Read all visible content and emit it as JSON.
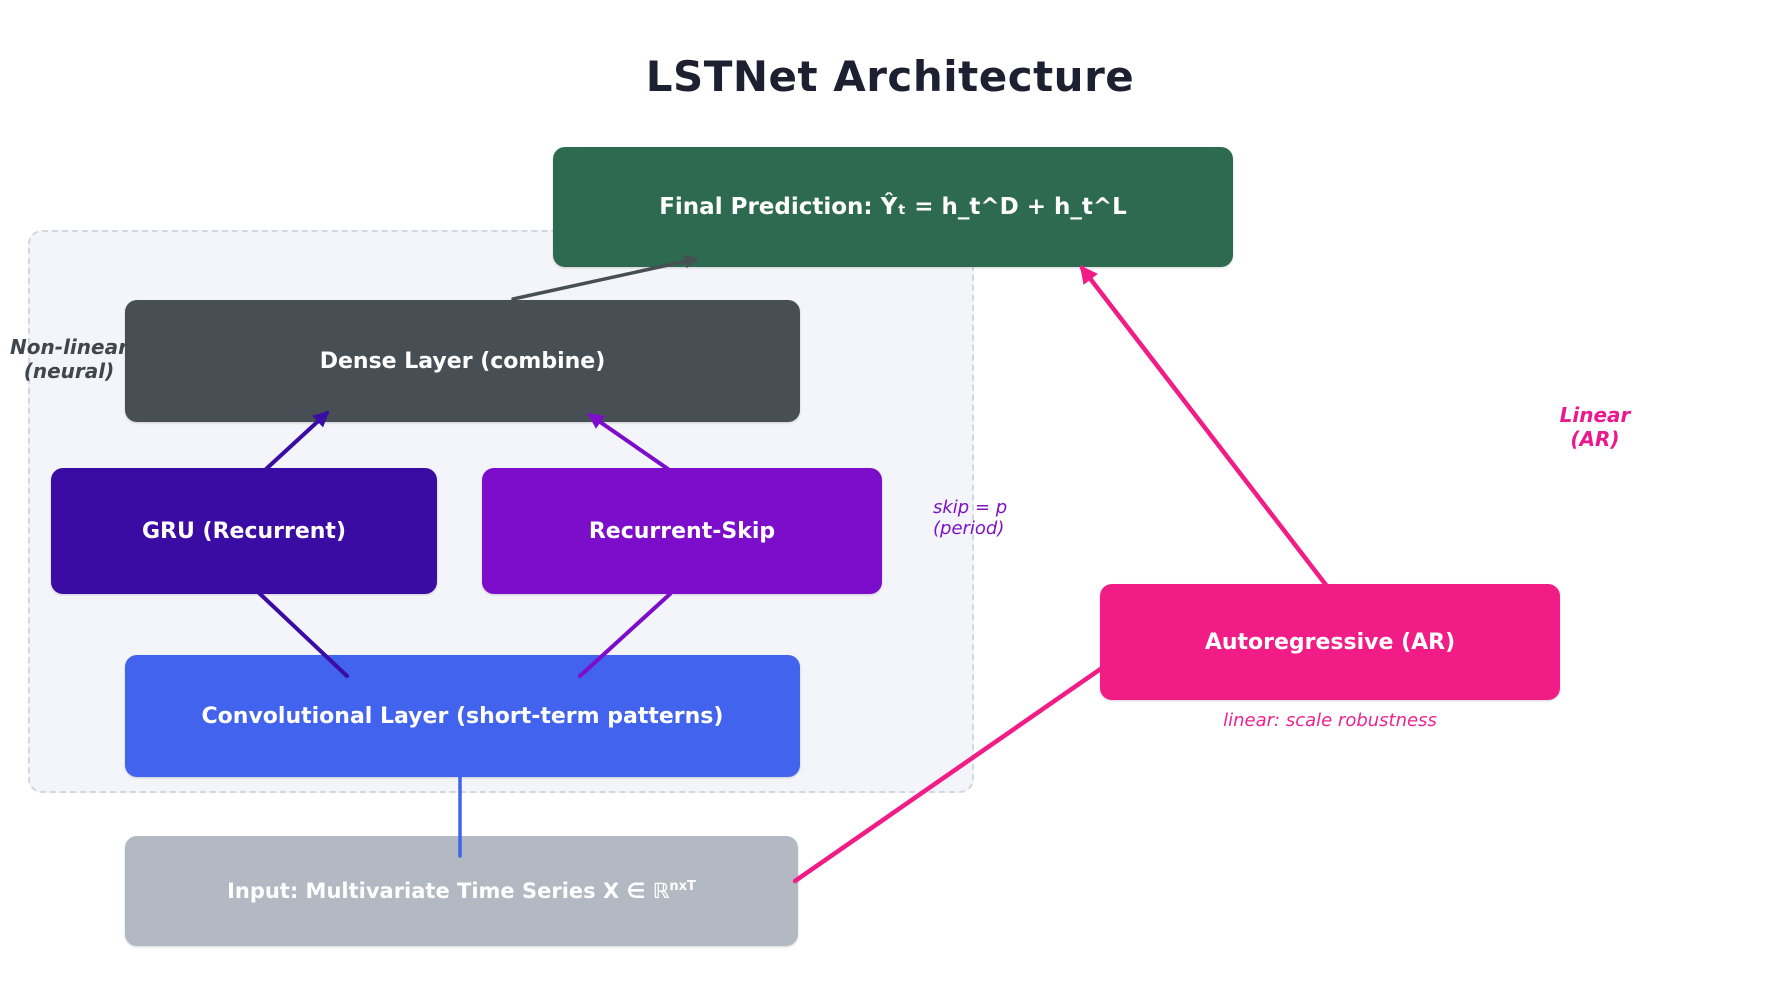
{
  "title": "LSTNet Architecture",
  "nodes": {
    "final": {
      "label": "Final Prediction:  Ŷₜ = h_t^D + h_t^L",
      "color": "#2e6a50"
    },
    "dense": {
      "label": "Dense Layer (combine)",
      "color": "#474f55"
    },
    "gru": {
      "label": "GRU (Recurrent)",
      "color": "#3a0ca3"
    },
    "skip": {
      "label": "Recurrent-Skip",
      "color": "#7c0ecb"
    },
    "conv": {
      "label": "Convolutional Layer (short-term patterns)",
      "color": "#4263ee"
    },
    "input": {
      "label": "Input: Multivariate Time Series  X ∈ ℝ",
      "superscript": "nxT",
      "color": "#b2b9c2"
    },
    "ar": {
      "label": "Autoregressive (AR)",
      "color": "#f21c86"
    }
  },
  "annotations": {
    "nonlinear": {
      "line1": "Non-linear",
      "line2": "(neural)",
      "color": "#40464e"
    },
    "skip_period": {
      "line1": "skip = p",
      "line2": "(period)",
      "color": "#7d14c4"
    },
    "linear_ar": {
      "line1": "Linear",
      "line2": "(AR)",
      "color": "#ea1a8e"
    },
    "ar_note": {
      "text": "linear: scale robustness",
      "color": "#ec2490"
    }
  },
  "connector_colors": {
    "slate": "#474f55",
    "indigo": "#3a0ca3",
    "purple": "#7c0ecb",
    "blue": "#4263ee",
    "pink": "#f21c86"
  }
}
